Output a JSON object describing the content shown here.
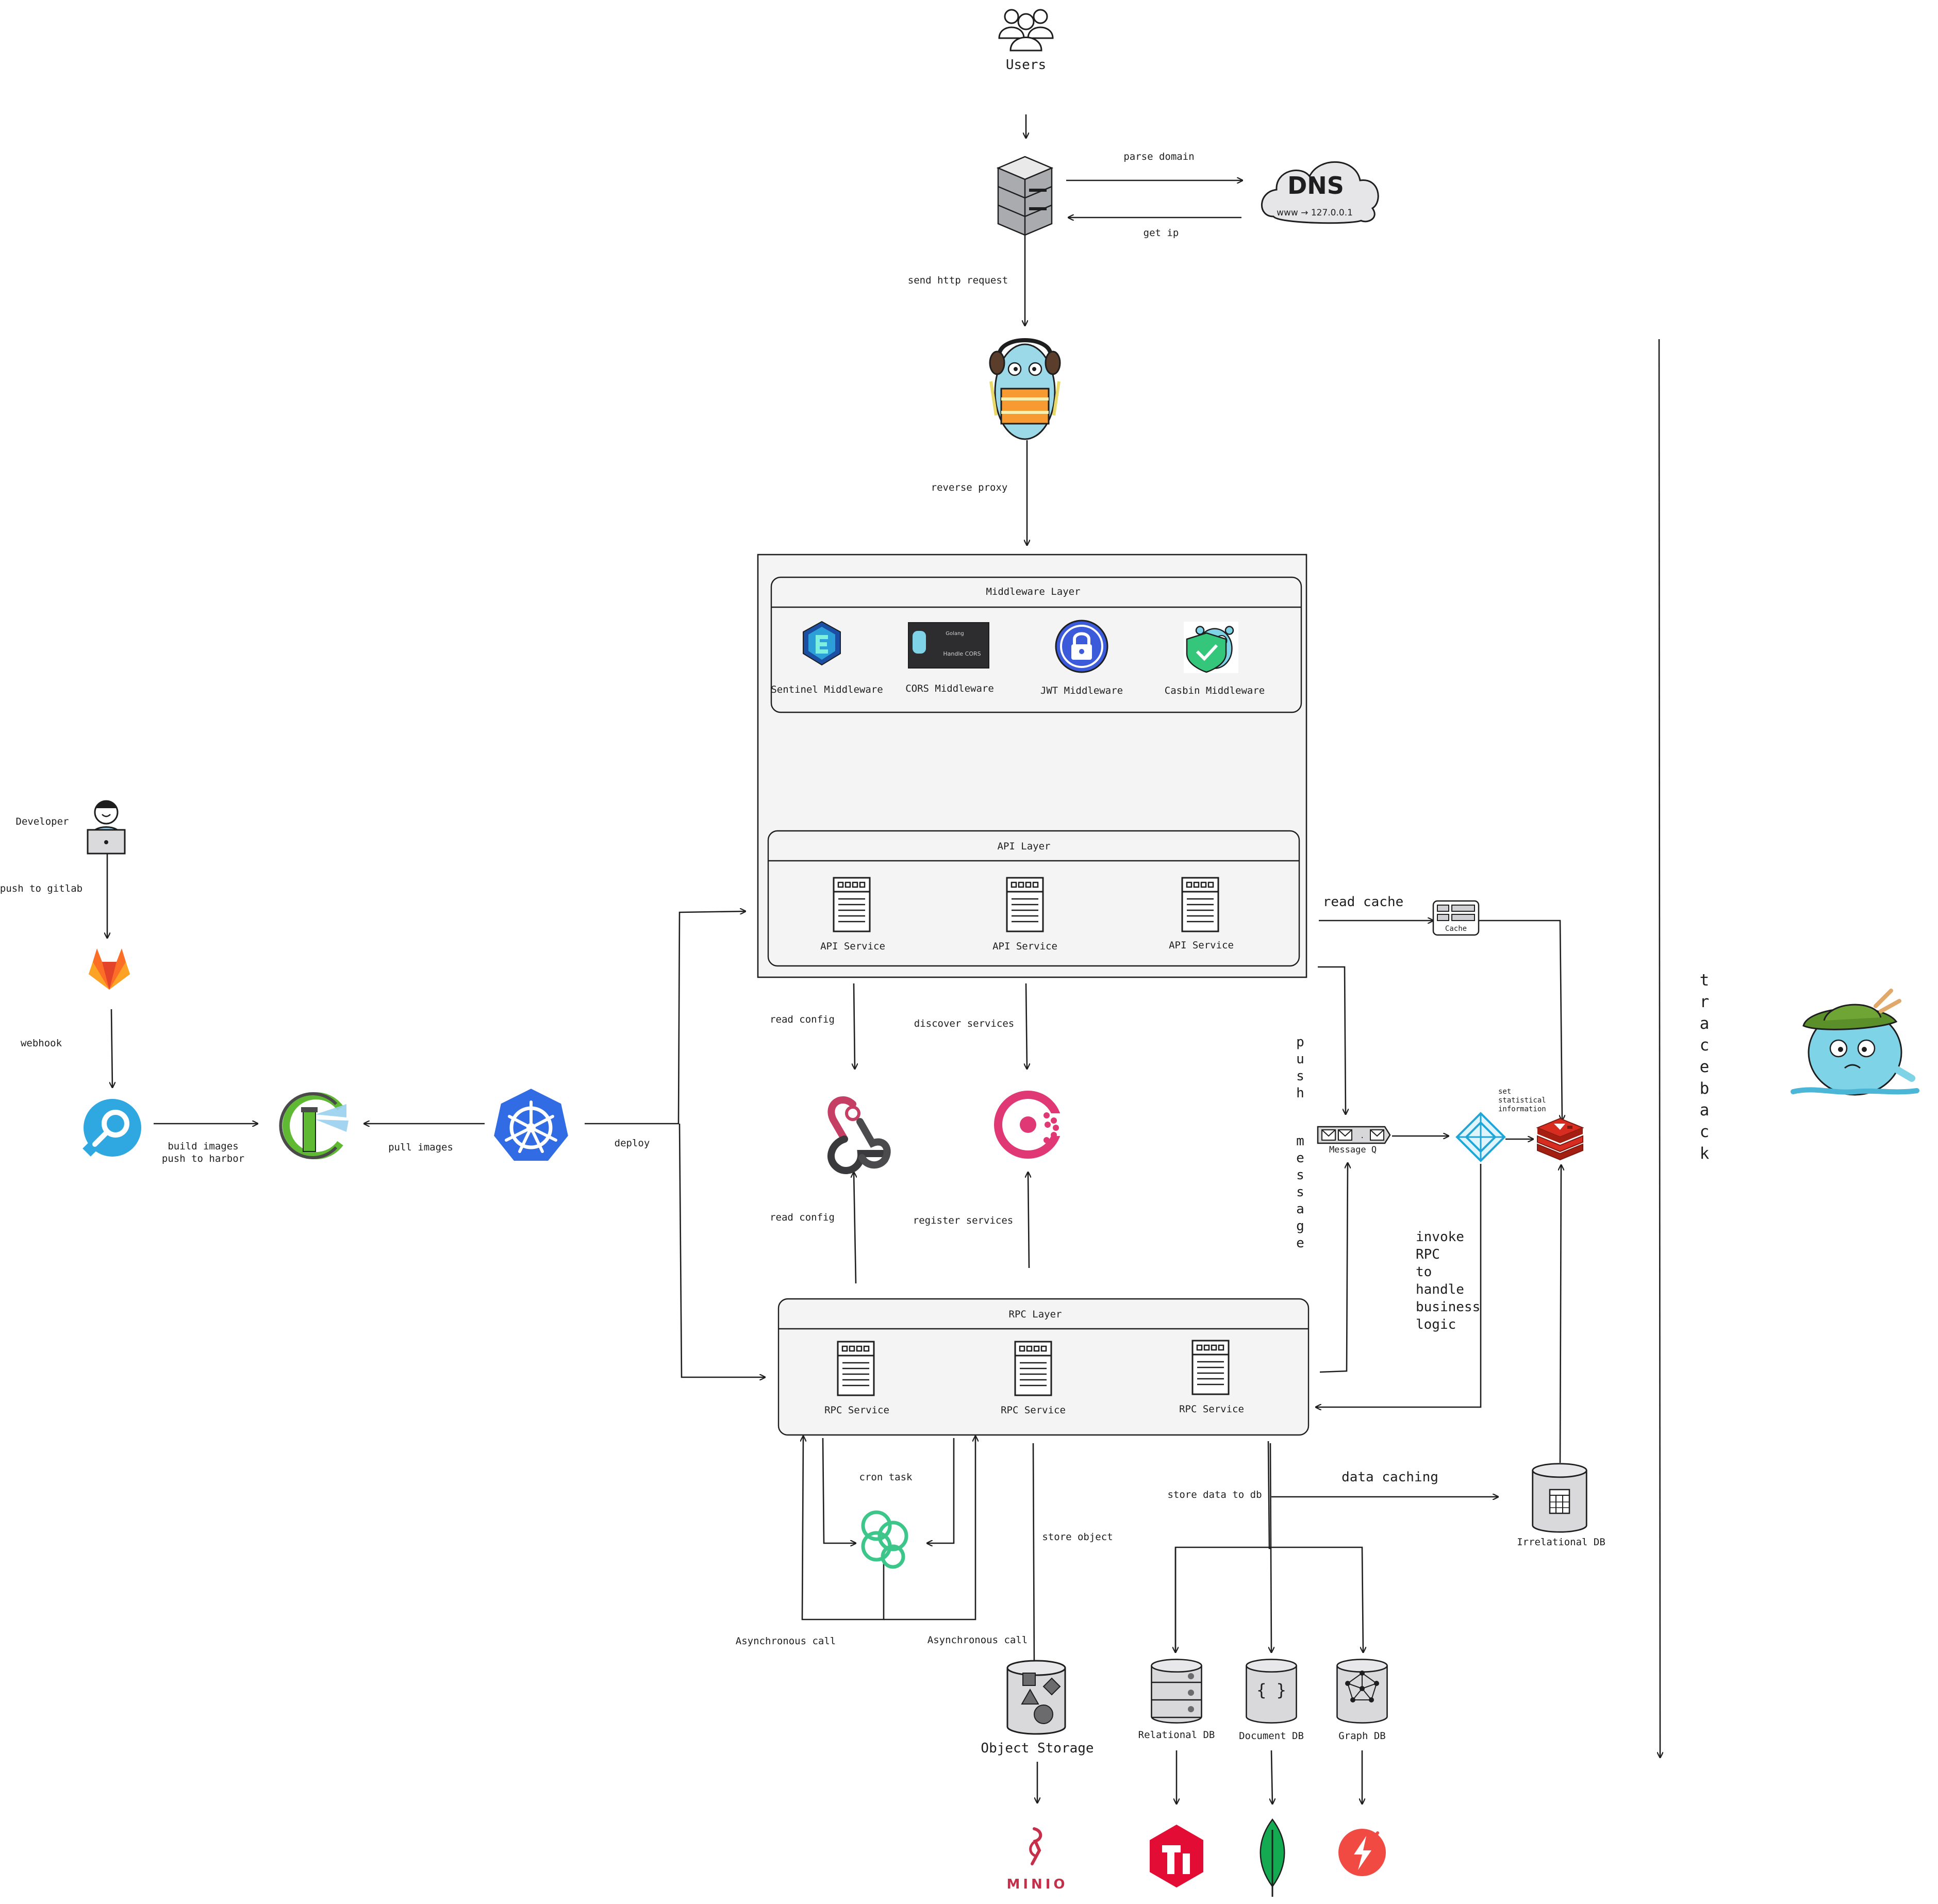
{
  "actors": {
    "users": "Users",
    "developer": "Developer"
  },
  "dns": {
    "title": "DNS",
    "mapping": "www → 127.0.0.1"
  },
  "layers": {
    "middleware": {
      "title": "Middleware Layer",
      "items": [
        "Sentinel Middleware",
        "CORS Middleware",
        "JWT Middleware",
        "Casbin Middleware"
      ],
      "cors_badge_title": "Golang",
      "cors_badge_text": "Handle CORS"
    },
    "api": {
      "title": "API Layer",
      "services": [
        "API Service",
        "API Service",
        "API Service"
      ]
    },
    "rpc": {
      "title": "RPC Layer",
      "services": [
        "RPC Service",
        "RPC Service",
        "RPC Service"
      ]
    }
  },
  "nodes": {
    "cache": "Cache",
    "message_queue": "Message Q",
    "irrelational_db": "Irrelational DB",
    "object_storage": "Object Storage",
    "relational_db": "Relational DB",
    "document_db": "Document DB",
    "graph_db": "Graph DB",
    "minio": "MINIO",
    "set_stat": "set statistical information"
  },
  "edges": {
    "parse_domain": "parse domain",
    "get_ip": "get ip",
    "send_http": "send http request",
    "reverse_proxy": "reverse proxy",
    "read_cache": "read cache",
    "push_message": "push message",
    "invoke_rpc": "invoke RPC to handle business logic",
    "read_config_top": "read config",
    "discover_services": "discover services",
    "read_config_bottom": "read config",
    "register_services": "register services",
    "push_to_gitlab": "push to gitlab",
    "webhook": "webhook",
    "build_images": "build images push to harbor",
    "pull_images": "pull images",
    "deploy": "deploy",
    "cron_task": "cron task",
    "async_left": "Asynchronous call",
    "async_right": "Asynchronous call",
    "store_object": "store object",
    "store_data_to_db": "store data to db",
    "data_caching": "data caching",
    "traceback": "traceback"
  },
  "icons": [
    "users-icon",
    "server-icon",
    "dns-cloud-icon",
    "go-gopher-proxy-icon",
    "sentinel-icon",
    "cors-badge-icon",
    "jwt-lock-icon",
    "casbin-gopher-icon",
    "document-server-icon",
    "cache-icon",
    "message-queue-icon",
    "redis-icon",
    "stat-diamond-icon",
    "webhook-icon",
    "consul-icon",
    "developer-icon",
    "gitlab-icon",
    "drone-icon",
    "harbor-icon",
    "kubernetes-icon",
    "cron-flower-icon",
    "database-icon",
    "object-storage-icon",
    "relational-db-icon",
    "document-db-icon",
    "graph-db-icon",
    "minio-icon",
    "tidb-icon",
    "mongodb-icon",
    "dgraph-icon",
    "traceback-gopher-icon"
  ],
  "colors": {
    "stroke": "#1e1e1e",
    "layer_fill": "#f4f4f5",
    "gopher_blue": "#7fd3e6",
    "gitlab_orange": "#fc6d26",
    "kubernetes_blue": "#326ce5",
    "redis_red": "#d82c20",
    "tidb_red": "#e30c34",
    "mongodb_green": "#13aa52",
    "consul_pink": "#e03875",
    "minio_red": "#c72e49",
    "drone_blue": "#2fa7e0",
    "jwt_blue": "#3b5bdb",
    "cron_green": "#3cc68a"
  }
}
